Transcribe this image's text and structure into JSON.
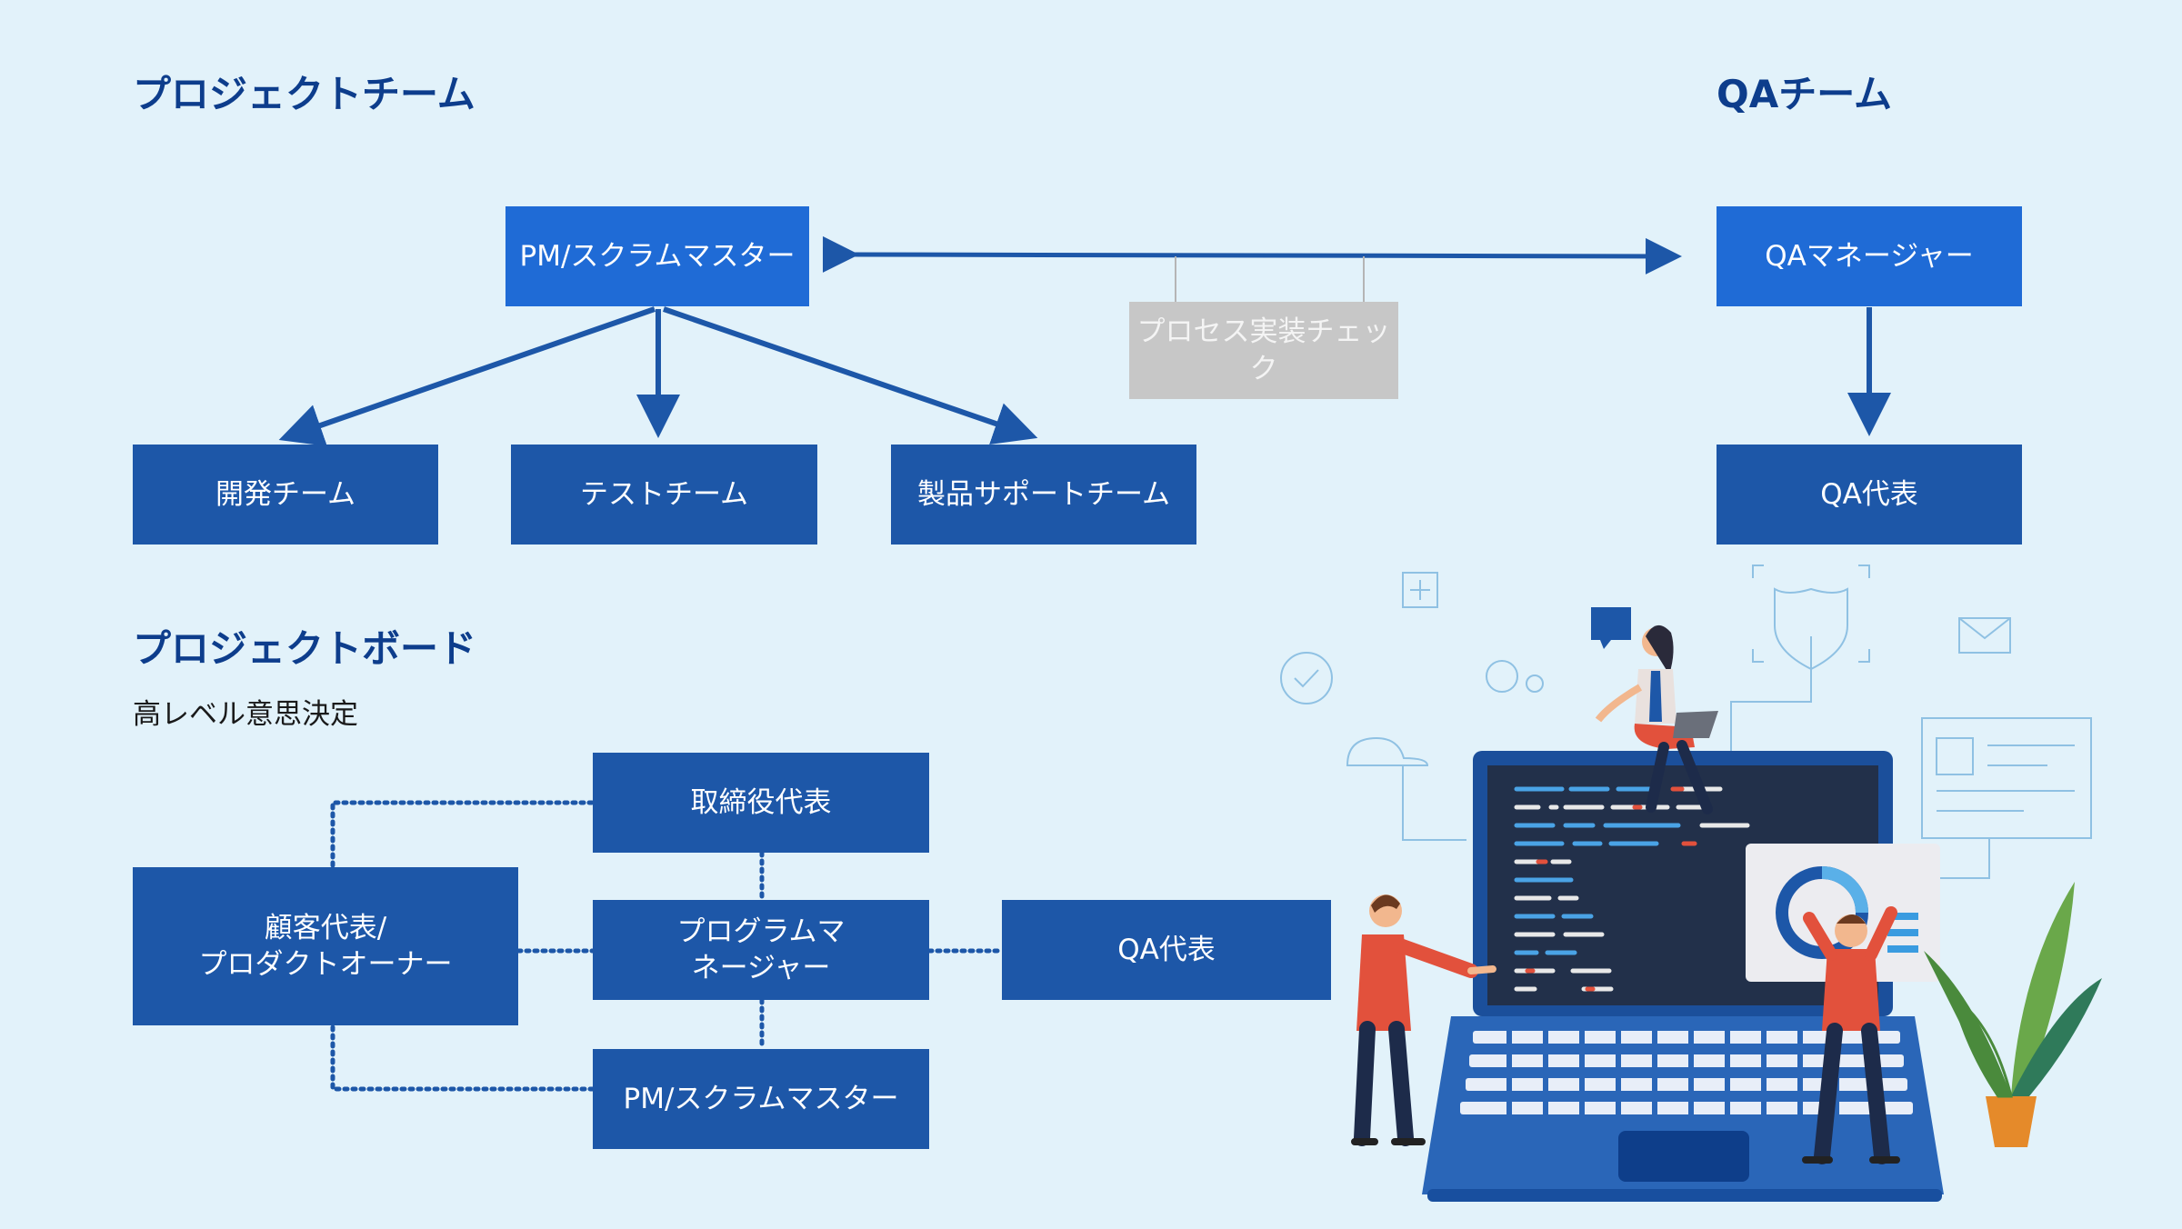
{
  "headings": {
    "project_team": "プロジェクトチーム",
    "qa_team": "QAチーム",
    "project_board": "プロジェクトボード",
    "board_subtitle": "高レベル意思決定"
  },
  "project_team": {
    "pm": "PM/スクラムマスター",
    "dev": "開発チーム",
    "test": "テストチーム",
    "support": "製品サポートチーム"
  },
  "qa_team": {
    "manager": "QAマネージャー",
    "rep": "QA代表"
  },
  "process_check": "プロセス実装チェック",
  "board": {
    "exec": "取締役代表",
    "customer_line1": "顧客代表/",
    "customer_line2": "プロダクトオーナー",
    "program_line1": "プログラムマ",
    "program_line2": "ネージャー",
    "pm": "PM/スクラムマスター",
    "qa": "QA代表"
  },
  "colors": {
    "background": "#e2f2fa",
    "heading": "#0d3d8c",
    "box_bright": "#1f6bd6",
    "box_dark": "#1d57a8",
    "connector": "#1d57a8",
    "gray_box": "#c7c7c7"
  }
}
